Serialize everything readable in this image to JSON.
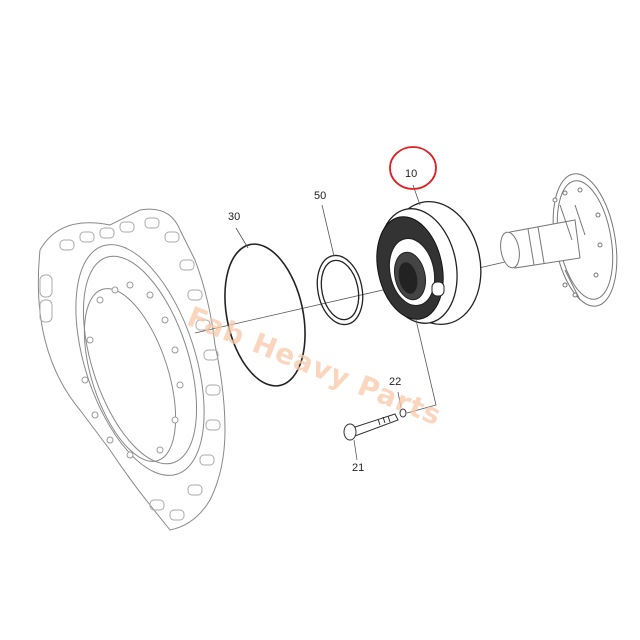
{
  "diagram": {
    "type": "exploded-parts-diagram",
    "callouts": [
      {
        "id": "10",
        "label": "10",
        "highlighted": true,
        "highlight_color": "#e02020"
      },
      {
        "id": "30",
        "label": "30"
      },
      {
        "id": "50",
        "label": "50"
      },
      {
        "id": "22",
        "label": "22"
      },
      {
        "id": "21",
        "label": "21"
      }
    ],
    "parts": [
      {
        "callout": "transmission-housing",
        "description": "flywheel/transmission housing"
      },
      {
        "callout": "30",
        "description": "o-ring"
      },
      {
        "callout": "50",
        "description": "seal ring"
      },
      {
        "callout": "10",
        "description": "charge pump assembly"
      },
      {
        "callout": "shaft",
        "description": "splined drive shaft with flange"
      },
      {
        "callout": "21",
        "description": "bolt"
      },
      {
        "callout": "22",
        "description": "washer"
      }
    ],
    "line_color": "#333333"
  },
  "watermark": {
    "text": "Fab Heavy Parts",
    "color": "#f7c9a8"
  }
}
